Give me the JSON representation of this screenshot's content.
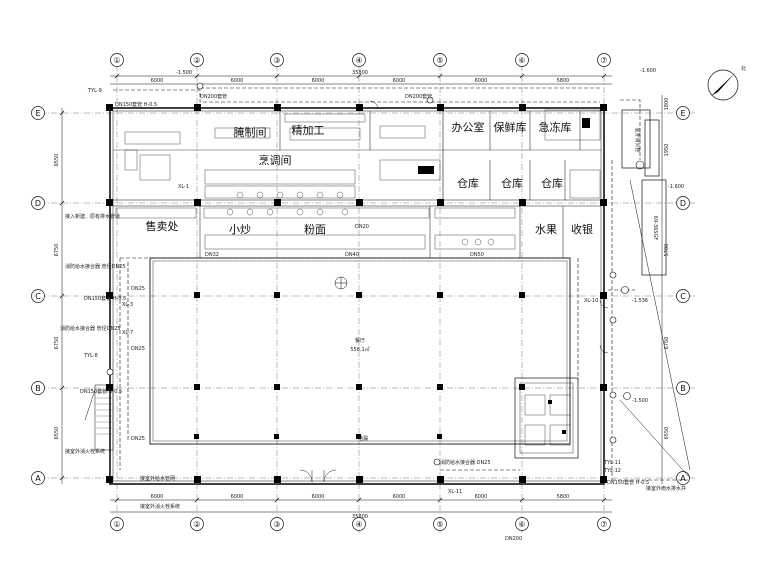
{
  "axes": {
    "columns": [
      "①",
      "②",
      "③",
      "④",
      "⑤",
      "⑥",
      "⑦"
    ],
    "rows": [
      "E",
      "D",
      "C",
      "B",
      "A"
    ]
  },
  "dims": {
    "top_segments": [
      "6000",
      "6000",
      "6000",
      "6000",
      "6000",
      "5800"
    ],
    "top_total": "35800",
    "bottom_segments": [
      "6000",
      "6000",
      "6000",
      "6000",
      "6000",
      "5800"
    ],
    "bottom_total": "35800",
    "left_segments": [
      "6550",
      "6750",
      "6750",
      "6550"
    ],
    "right_segments": [
      "1800",
      "1950",
      "5700",
      "6750",
      "6550"
    ]
  },
  "rooms": {
    "preparation": "腌制间",
    "fine_processing": "精加工",
    "cooking": "烹调间",
    "office": "办公室",
    "fresh_storage": "保鲜库",
    "freezer": "急冻库",
    "warehouse1": "仓库",
    "warehouse2": "仓库",
    "warehouse3": "仓库",
    "sales": "售卖处",
    "stir_fry": "小炒",
    "noodle": "粉面",
    "fruit": "水果",
    "receiving": "收银",
    "dining": "餐厅",
    "dining_area": "558.1㎡"
  },
  "pipes": {
    "dn32": "DN32",
    "dn40": "DN40",
    "dn50": "DN50",
    "dn25a": "DN25",
    "dn25b": "DN25",
    "dn25c": "DN25",
    "dn20": "DN20",
    "dn150_top": "DN150套管 H-0.5",
    "dn150_mid": "DN150套管 H-0.5",
    "dn150_bot": "DN150套管 H-0.5",
    "dn150_right": "DN150套管 H-0.5",
    "dn200_top": "DN200套管",
    "dn200_bot": "DN200套管",
    "xl1": "XL-1",
    "xl3": "XL-3",
    "xl7": "XL-7",
    "xl10": "XL-10",
    "xl11": "XL-11",
    "tyl9": "TYL-9",
    "tyl8": "TYL-8",
    "tyl11": "TYL-11",
    "tyl12": "TYL-12"
  },
  "levels": {
    "l1": "-1.500",
    "l2": "-1.600",
    "l3": "-1.536",
    "l4": "-1.500",
    "l5": "-1.600"
  },
  "notes": {
    "left_1": "接入新建、原有排水管道",
    "left_2": "消防给水接合器 管径DN25",
    "left_3": "消防给水接合器 管径DN25",
    "left_4": "接室外消火栓系统",
    "right_block": "室外消火栓",
    "right_box": "69-36SGF",
    "bottom_1": "接室外给水管网",
    "bottom_2": "接室外消火栓系统",
    "right_bottom": "接室外雨水排水井",
    "bottom_mid": "消防给水接合器 DN25",
    "drain": "地漏"
  },
  "north": "北",
  "bottom_road": "DN200"
}
